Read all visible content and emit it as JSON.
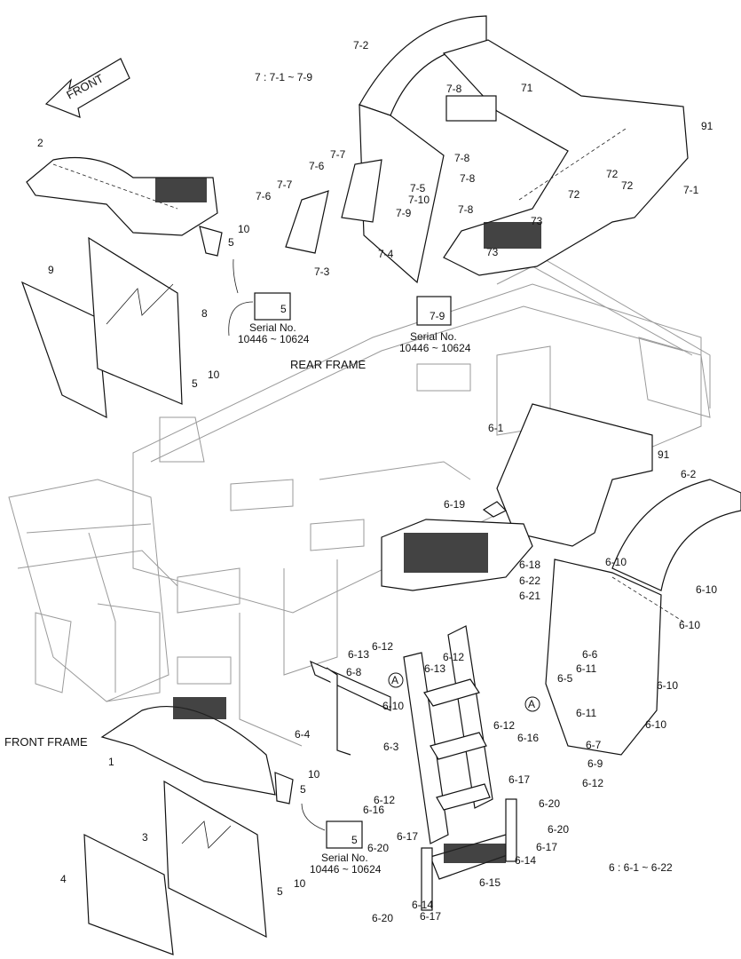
{
  "labels": {
    "front": "FRONT",
    "rear_frame": "REAR FRAME",
    "front_frame": "FRONT FRAME",
    "group7": "7 : 7-1 ~ 7-9",
    "group6": "6 : 6-1 ~ 6-22",
    "serial_text": "Serial No.",
    "serial_range": "10446 ~ 10624",
    "inset_upper_left": "5",
    "inset_upper_mid": "7-9",
    "inset_lower": "5",
    "circle_a": "A"
  },
  "callouts": [
    "2",
    "10",
    "5",
    "9",
    "8",
    "5",
    "10",
    "7-2",
    "7-8",
    "7-7",
    "7-6",
    "7-7",
    "7-6",
    "7-8",
    "7-8",
    "7-5",
    "7-10",
    "7-9",
    "7-8",
    "7-4",
    "7-3",
    "71",
    "91",
    "72",
    "72",
    "72",
    "73",
    "73",
    "7-1",
    "6-1",
    "91",
    "6-19",
    "6-18",
    "6-22",
    "6-21",
    "6-2",
    "6-10",
    "6-10",
    "6-10",
    "6-6",
    "6-11",
    "6-10",
    "6-5",
    "6-11",
    "6-10",
    "6-7",
    "6-9",
    "6-12",
    "6-12",
    "6-13",
    "6-8",
    "6-10",
    "6-13",
    "6-12",
    "6-4",
    "6-3",
    "6-12",
    "6-16",
    "6-17",
    "6-20",
    "6-20",
    "6-17",
    "6-14",
    "6-16",
    "6-12",
    "6-17",
    "6-20",
    "6-15",
    "6-14",
    "6-17",
    "6-20",
    "1",
    "10",
    "5",
    "3",
    "4",
    "5",
    "10"
  ]
}
